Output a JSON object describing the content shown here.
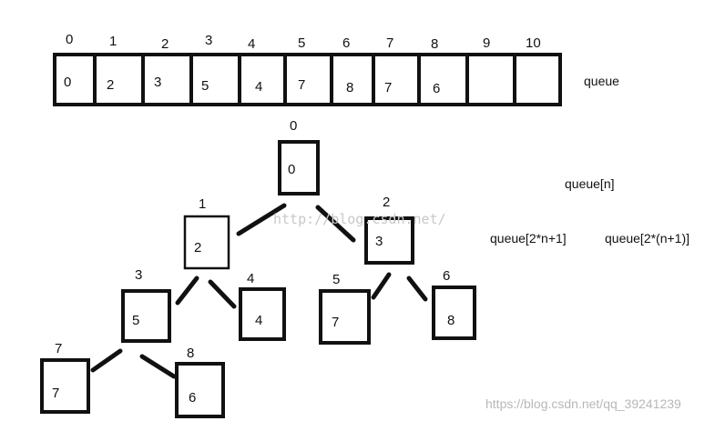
{
  "queue": {
    "indices": [
      "0",
      "1",
      "2",
      "3",
      "4",
      "5",
      "6",
      "7",
      "8",
      "9",
      "10"
    ],
    "values": [
      "0",
      "2",
      "3",
      "5",
      "4",
      "7",
      "8",
      "7",
      "6",
      "",
      ""
    ],
    "label": "queue"
  },
  "tree": {
    "nodes": [
      {
        "index": "0",
        "value": "0"
      },
      {
        "index": "1",
        "value": "2"
      },
      {
        "index": "2",
        "value": "3"
      },
      {
        "index": "3",
        "value": "5"
      },
      {
        "index": "4",
        "value": "4"
      },
      {
        "index": "5",
        "value": "7"
      },
      {
        "index": "6",
        "value": "8"
      },
      {
        "index": "7",
        "value": "7"
      },
      {
        "index": "8",
        "value": "6"
      }
    ]
  },
  "formulas": {
    "parent": "queue[n]",
    "left_child": "queue[2*n+1]",
    "right_child": "queue[2*(n+1)]"
  },
  "watermarks": {
    "center": "http://blog.csdn.net/",
    "corner": "https://blog.csdn.net/qq_39241239"
  }
}
